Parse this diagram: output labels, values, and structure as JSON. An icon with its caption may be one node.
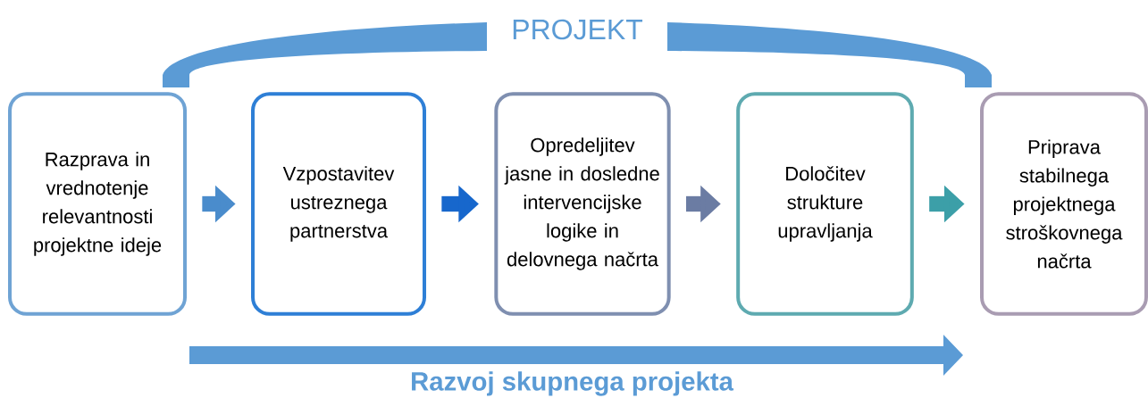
{
  "diagram": {
    "nodes": [
      {
        "text": [
          "Razprava in vrednotenje relevantnosti projektne ideje"
        ]
      },
      {
        "text": [
          "Vzpostavitev ustreznega partnerstva"
        ]
      },
      {
        "text": [
          "Opredeljitev jasne in dosledne intervencijske logike in delovnega načrta"
        ]
      },
      {
        "text": [
          "Določitev strukture upravljanja"
        ]
      },
      {
        "text": [
          "Priprava stabilnega projektnega stroškovnega načrta"
        ]
      }
    ],
    "edges": [
      {
        "from": 0,
        "to": 1,
        "arrow": "to",
        "color": "#4a8ccc"
      },
      {
        "from": 1,
        "to": 2,
        "arrow": "to",
        "color": "#1767cc"
      },
      {
        "from": 2,
        "to": 3,
        "arrow": "to",
        "color": "#6b7ca3"
      },
      {
        "from": 3,
        "to": 4,
        "arrow": "to",
        "color": "#3c9fa8"
      }
    ],
    "labels": [
      "PROJEKT",
      "Razvoj skupnega projekta"
    ]
  }
}
